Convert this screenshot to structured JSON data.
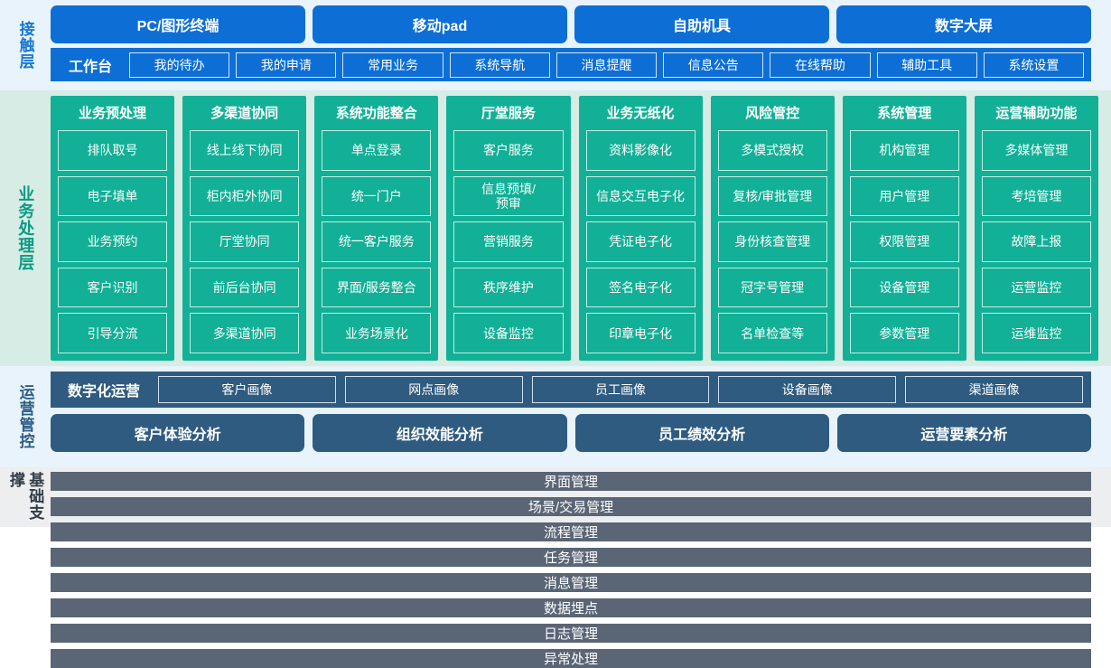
{
  "colors": {
    "contact_band_bg": "#e8f3fb",
    "contact_blue": "#0d6fd6",
    "business_band_bg": "#d7ece4",
    "business_teal": "#12b096",
    "business_label": "#0a9b84",
    "ops_navy": "#2f5b80",
    "base_band_bg": "#eceef0",
    "base_gray": "#5a6575"
  },
  "contact_layer": {
    "label": "接触层",
    "devices": [
      {
        "label": "PC/图形终端"
      },
      {
        "label": "移动pad"
      },
      {
        "label": "自助机具"
      },
      {
        "label": "数字大屏"
      }
    ],
    "workbench_title": "工作台",
    "workbench_items": [
      {
        "label": "我的待办"
      },
      {
        "label": "我的申请"
      },
      {
        "label": "常用业务"
      },
      {
        "label": "系统导航"
      },
      {
        "label": "消息提醒"
      },
      {
        "label": "信息公告"
      },
      {
        "label": "在线帮助"
      },
      {
        "label": "辅助工具"
      },
      {
        "label": "系统设置"
      }
    ]
  },
  "business_layer": {
    "label": "业务处理层",
    "columns": [
      {
        "title": "业务预处理",
        "items": [
          "排队取号",
          "电子填单",
          "业务预约",
          "客户识别",
          "引导分流"
        ]
      },
      {
        "title": "多渠道协同",
        "items": [
          "线上线下协同",
          "柜内柜外协同",
          "厅堂协同",
          "前后台协同",
          "多渠道协同"
        ]
      },
      {
        "title": "系统功能整合",
        "items": [
          "单点登录",
          "统一门户",
          "统一客户服务",
          "界面/服务整合",
          "业务场景化"
        ]
      },
      {
        "title": "厅堂服务",
        "items": [
          "客户服务",
          "信息预填/\n预审",
          "营销服务",
          "秩序维护",
          "设备监控"
        ]
      },
      {
        "title": "业务无纸化",
        "items": [
          "资料影像化",
          "信息交互电子化",
          "凭证电子化",
          "签名电子化",
          "印章电子化"
        ]
      },
      {
        "title": "风险管控",
        "items": [
          "多模式授权",
          "复核/审批管理",
          "身份核查管理",
          "冠字号管理",
          "名单检查等"
        ]
      },
      {
        "title": "系统管理",
        "items": [
          "机构管理",
          "用户管理",
          "权限管理",
          "设备管理",
          "参数管理"
        ]
      },
      {
        "title": "运营辅助功能",
        "items": [
          "多媒体管理",
          "考培管理",
          "故障上报",
          "运营监控",
          "运维监控"
        ]
      }
    ]
  },
  "ops_layer": {
    "label": "运营管控",
    "digital_ops_title": "数字化运营",
    "portraits": [
      {
        "label": "客户画像"
      },
      {
        "label": "网点画像"
      },
      {
        "label": "员工画像"
      },
      {
        "label": "设备画像"
      },
      {
        "label": "渠道画像"
      }
    ],
    "analyses": [
      {
        "label": "客户体验分析"
      },
      {
        "label": "组织效能分析"
      },
      {
        "label": "员工绩效分析"
      },
      {
        "label": "运营要素分析"
      }
    ]
  },
  "base_layer": {
    "label": "基础支撑",
    "items": [
      {
        "label": "界面管理"
      },
      {
        "label": "场景/交易管理"
      },
      {
        "label": "流程管理"
      },
      {
        "label": "任务管理"
      },
      {
        "label": "消息管理"
      },
      {
        "label": "数据埋点"
      },
      {
        "label": "日志管理"
      },
      {
        "label": "异常处理"
      }
    ]
  }
}
